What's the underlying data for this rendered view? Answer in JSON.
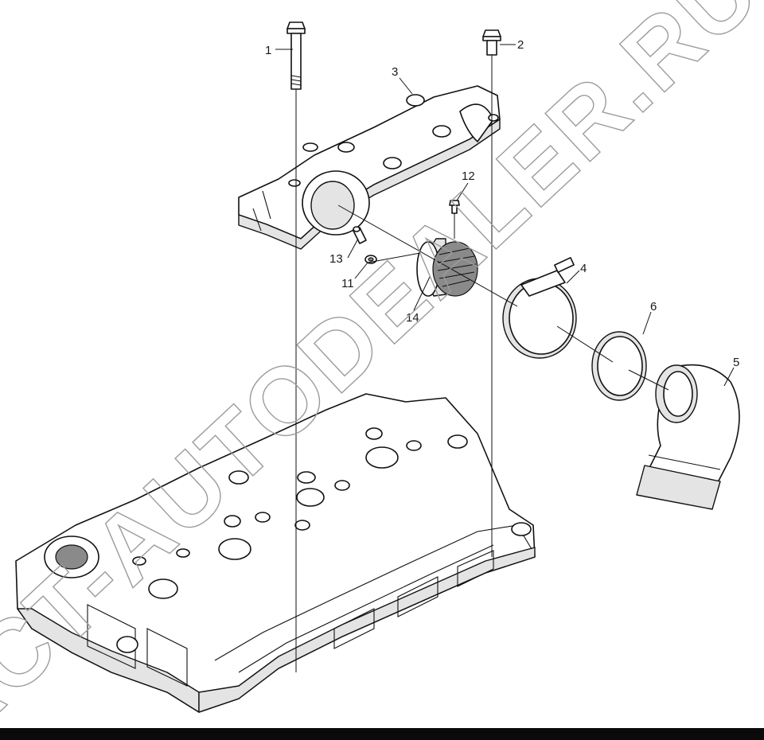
{
  "watermark": "ACT-AUTODEALER.RU",
  "callouts": [
    "1",
    "2",
    "3",
    "4",
    "5",
    "6",
    "11",
    "12",
    "13",
    "14"
  ],
  "colors": {
    "line": "#111111",
    "shade": "#e4e4e4",
    "watermark": "#9c9c9c",
    "bottom_bar": "#0a0a0a"
  }
}
